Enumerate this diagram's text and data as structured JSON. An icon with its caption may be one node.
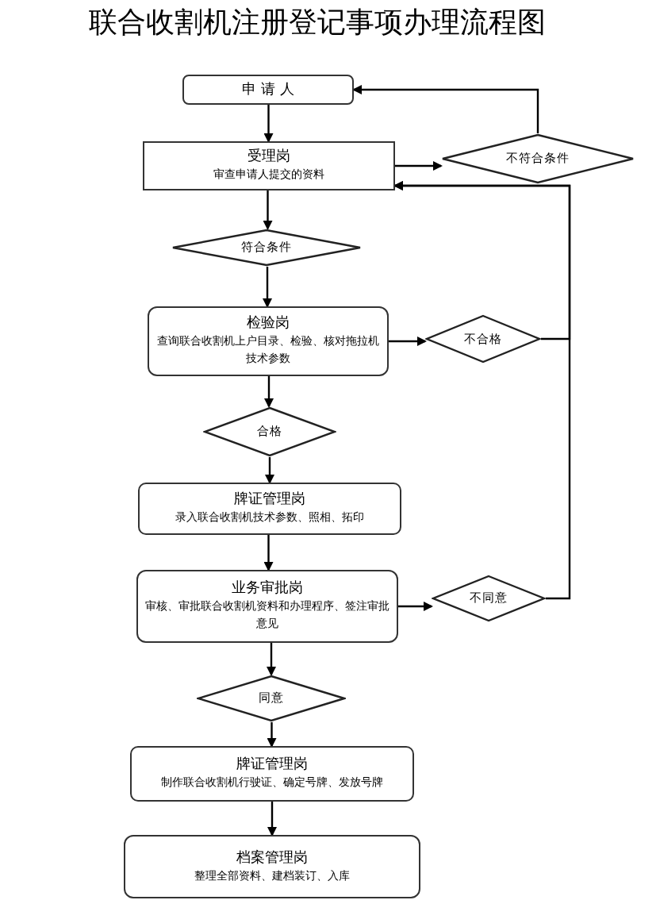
{
  "diagram": {
    "title": "联合收割机注册登记事项办理流程图",
    "nodes": [
      {
        "text": [
          "申 请 人"
        ]
      },
      {
        "text": [
          "受理岗",
          "审查申请人提交的资料"
        ]
      },
      {
        "text": [
          "不符合条件"
        ]
      },
      {
        "text": [
          "符合条件"
        ]
      },
      {
        "text": [
          "检验岗",
          "查询联合收割机上户目录、检验、核对拖拉机技术参数"
        ]
      },
      {
        "text": [
          "不合格"
        ]
      },
      {
        "text": [
          "合格"
        ]
      },
      {
        "text": [
          "牌证管理岗",
          "录入联合收割机技术参数、照相、拓印"
        ]
      },
      {
        "text": [
          "业务审批岗",
          "审核、审批联合收割机资料和办理程序、签注审批意见"
        ]
      },
      {
        "text": [
          "不同意"
        ]
      },
      {
        "text": [
          "同意"
        ]
      },
      {
        "text": [
          "牌证管理岗",
          "制作联合收割机行驶证、确定号牌、发放号牌"
        ]
      },
      {
        "text": [
          "档案管理岗",
          "整理全部资料、建档装订、入库"
        ]
      }
    ],
    "edges": [
      {
        "from": 0,
        "to": 1,
        "arrow": "to"
      },
      {
        "from": 1,
        "to": 2,
        "arrow": "to"
      },
      {
        "from": 2,
        "to": 0,
        "arrow": "to"
      },
      {
        "from": 1,
        "to": 3,
        "arrow": "to"
      },
      {
        "from": 3,
        "to": 4,
        "arrow": "to"
      },
      {
        "from": 4,
        "to": 5,
        "arrow": "to"
      },
      {
        "from": 5,
        "to": 1,
        "arrow": "to"
      },
      {
        "from": 4,
        "to": 6,
        "arrow": "to"
      },
      {
        "from": 6,
        "to": 7,
        "arrow": "to"
      },
      {
        "from": 7,
        "to": 8,
        "arrow": "to"
      },
      {
        "from": 8,
        "to": 9,
        "arrow": "to"
      },
      {
        "from": 9,
        "to": 1,
        "arrow": "to"
      },
      {
        "from": 8,
        "to": 10,
        "arrow": "to"
      },
      {
        "from": 10,
        "to": 11,
        "arrow": "to"
      },
      {
        "from": 11,
        "to": 12,
        "arrow": "to"
      }
    ]
  }
}
